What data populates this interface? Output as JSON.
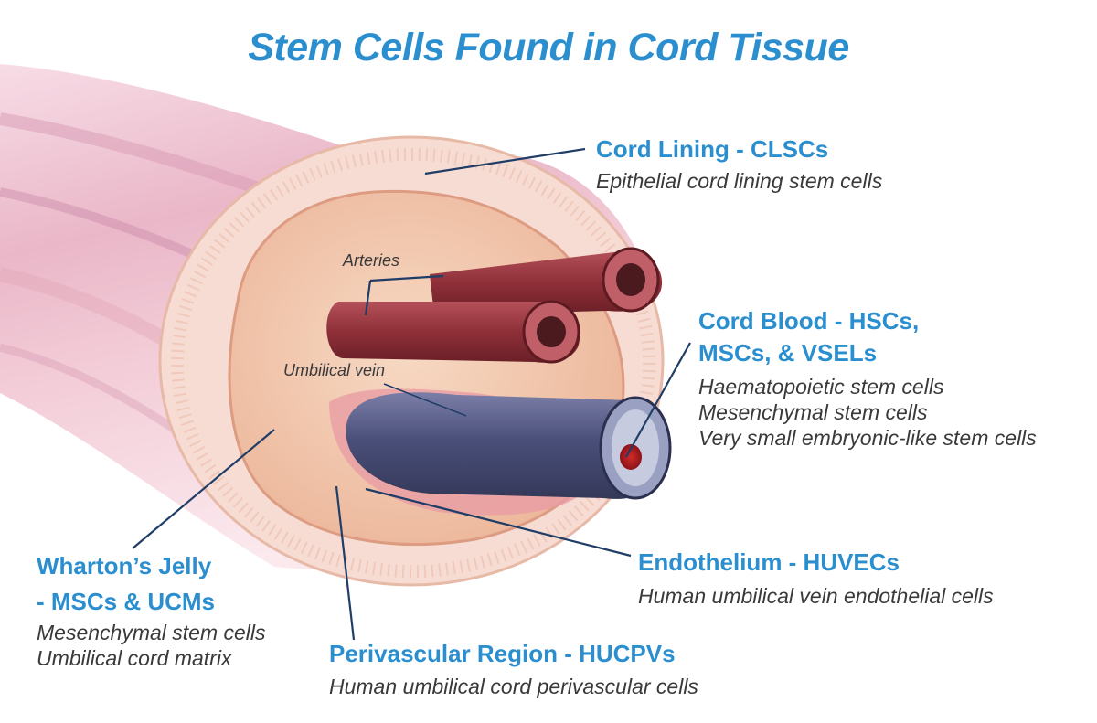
{
  "title": "Stem Cells Found in Cord Tissue",
  "anatomy": {
    "arteries": "Arteries",
    "umbilical_vein": "Umbilical vein"
  },
  "callouts": {
    "cord_lining": {
      "heading": "Cord Lining - CLSCs",
      "desc": [
        "Epithelial cord lining stem cells"
      ]
    },
    "cord_blood": {
      "heading": [
        "Cord Blood - HSCs,",
        "MSCs, & VSELs"
      ],
      "desc": [
        "Haematopoietic stem cells",
        "Mesenchymal stem cells",
        "Very small embryonic-like stem cells"
      ]
    },
    "endothelium": {
      "heading": "Endothelium - HUVECs",
      "desc": [
        "Human umbilical vein endothelial cells"
      ]
    },
    "perivascular": {
      "heading": "Perivascular Region - HUCPVs",
      "desc": [
        "Human umbilical cord perivascular cells"
      ]
    },
    "whartons_jelly": {
      "heading": [
        "Wharton’s Jelly",
        "- MSCs & UCMs"
      ],
      "desc": [
        "Mesenchymal stem cells",
        "Umbilical cord matrix"
      ]
    }
  },
  "colors": {
    "heading": "#2b8fcf",
    "body_text": "#3a3a3a",
    "leader_line": "#1f3d66",
    "cord_tissue": "#f2c7b0",
    "artery": "#8e2f38",
    "vein": "#4a4f7a"
  }
}
